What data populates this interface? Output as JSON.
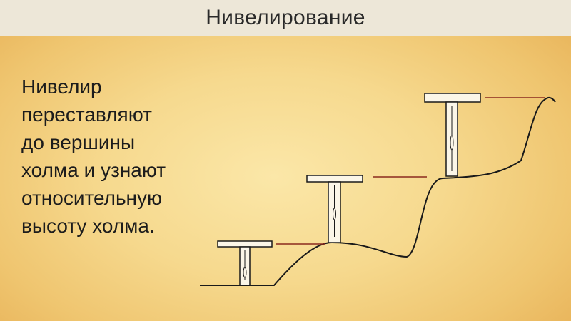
{
  "slide": {
    "title": "Нивелирование",
    "body_lines": [
      "Нивелир",
      "переставляют",
      "до вершины",
      "холма и узнают",
      "относительную",
      "высоту холма."
    ]
  },
  "colors": {
    "title_bar": "#ede7d8",
    "background": "#f6d98e",
    "outline": "#1a1a1a",
    "sight_line": "#8b2a1e"
  }
}
